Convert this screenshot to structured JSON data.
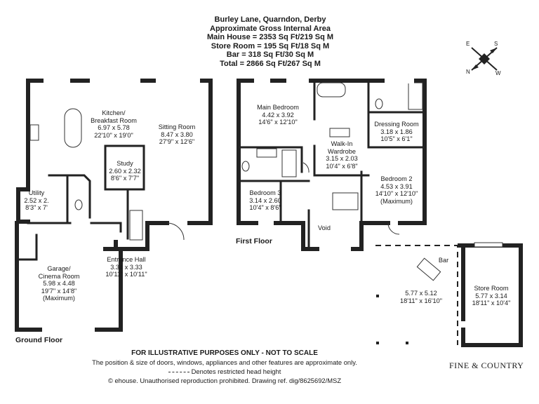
{
  "header": {
    "address": "Burley Lane, Quarndon, Derby",
    "area_title": "Approximate Gross Internal Area",
    "main_house": "Main House = 2353 Sq Ft/219 Sq M",
    "store_room": "Store Room = 195 Sq Ft/18 Sq M",
    "bar": "Bar = 318 Sq Ft/30 Sq M",
    "total": "Total = 2866 Sq Ft/267 Sq M"
  },
  "compass": {
    "n": "N",
    "e": "E",
    "s": "S",
    "w": "W"
  },
  "floors": {
    "ground": "Ground Floor",
    "first": "First Floor"
  },
  "rooms": {
    "kitchen": {
      "name1": "Kitchen/",
      "name2": "Breakfast Room",
      "metric": "6.97 x 5.78",
      "imperial": "22'10\" x 19'0\""
    },
    "sitting": {
      "name": "Sitting Room",
      "metric": "8.47 x 3.80",
      "imperial": "27'9\" x 12'6\""
    },
    "study": {
      "name": "Study",
      "metric": "2.60 x 2.32",
      "imperial": "8'6\" x 7'7\""
    },
    "utility": {
      "name": "Utility",
      "metric": "2.52 x 2.",
      "imperial": "8'3\" x 7'"
    },
    "garage": {
      "name1": "Garage/",
      "name2": "Cinema Room",
      "metric": "5.98 x 4.48",
      "imperial": "19'7\" x 14'8\"",
      "note": "(Maximum)"
    },
    "hall": {
      "name": "Entrance Hall",
      "metric": "3.34 x 3.33",
      "imperial": "10'11\" x 10'11\""
    },
    "main_bed": {
      "name": "Main Bedroom",
      "metric": "4.42 x 3.92",
      "imperial": "14'6\" x 12'10\""
    },
    "walkin": {
      "name1": "Walk-In",
      "name2": "Wardrobe",
      "metric": "3.15 x 2.03",
      "imperial": "10'4\" x 6'8\""
    },
    "dressing": {
      "name": "Dressing Room",
      "metric": "3.18 x 1.86",
      "imperial": "10'5\" x 6'1\""
    },
    "bed2": {
      "name": "Bedroom 2",
      "metric": "4.53 x 3.91",
      "imperial": "14'10\" x 12'10\"",
      "note": "(Maximum)"
    },
    "bed3": {
      "name": "Bedroom 3",
      "metric": "3.14 x 2.60",
      "imperial": "10'4\" x 8'6\""
    },
    "void": {
      "name": "Void"
    },
    "bar": {
      "name": "Bar",
      "metric": "5.77 x 5.12",
      "imperial": "18'11\" x 16'10\""
    },
    "store": {
      "name": "Store Room",
      "metric": "5.77 x 3.14",
      "imperial": "18'11\" x 10'4\""
    }
  },
  "footer": {
    "disclaimer": "FOR ILLUSTRATIVE PURPOSES ONLY - NOT TO SCALE",
    "position_note": "The position & size of doors, windows, appliances and other features are approximate only.",
    "restricted": "Denotes restricted head height",
    "copyright": "© ehouse. Unauthorised reproduction prohibited. Drawing ref. dig/8625692/MSZ"
  },
  "logo": {
    "text": "FINE & COUNTRY"
  }
}
